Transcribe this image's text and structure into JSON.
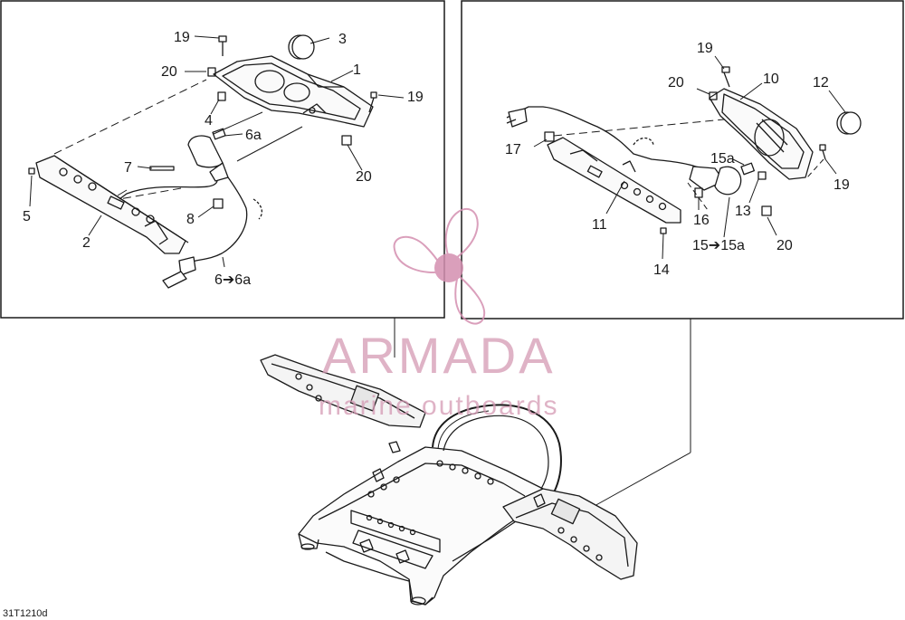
{
  "diagram": {
    "code": "31T1210d",
    "watermark": {
      "brand": "ARMADA",
      "tagline": "marine outboards",
      "color": "#d48fb0"
    },
    "left_callouts": [
      "19",
      "3",
      "1",
      "20",
      "19",
      "4",
      "6a",
      "20",
      "7",
      "5",
      "8",
      "2",
      "6➔6a"
    ],
    "right_callouts": [
      "19",
      "20",
      "10",
      "12",
      "17",
      "15a",
      "19",
      "11",
      "16",
      "13",
      "15➔15a",
      "20",
      "14"
    ],
    "line_color": "#1a1a1a"
  }
}
